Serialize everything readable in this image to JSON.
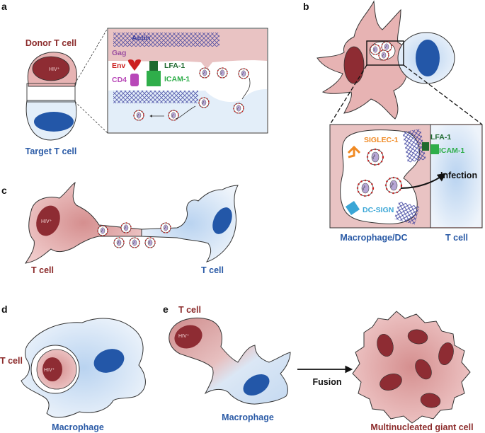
{
  "colors": {
    "maroon": "#8b2a2a",
    "tcell_pink": "#e7b3b3",
    "nucleus_dark": "#8e2c33",
    "blue_cell": "#dce9f7",
    "nucleus_blue": "#2357a8",
    "actin": "#3b3f9e",
    "env_red": "#cc2020",
    "cd4_purple": "#b848b8",
    "icam_green": "#2fae4a",
    "siglec_orange": "#f08a24",
    "dcsign_cyan": "#3aa6d6"
  },
  "panels": {
    "a": {
      "letter": "a",
      "donor_label": "Donor T cell",
      "target_label": "Target T cell",
      "hiv": "HIV⁺",
      "inset": {
        "actin": "Actin",
        "gag": "Gag",
        "env": "Env",
        "cd4": "CD4",
        "lfa1": "LFA-1",
        "icam1": "ICAM-1"
      }
    },
    "b": {
      "letter": "b",
      "siglec": "SIGLEC-1",
      "lfa1": "LFA-1",
      "icam1": "ICAM-1",
      "infection": "Infection",
      "dcsign": "DC-SIGN",
      "macrophage_dc": "Macrophage/DC",
      "tcell": "T cell"
    },
    "c": {
      "letter": "c",
      "hiv": "HIV⁺",
      "left_label": "T cell",
      "right_label": "T cell"
    },
    "d": {
      "letter": "d",
      "tcell_label": "T cell",
      "hiv": "HIV⁺",
      "macrophage_label": "Macrophage"
    },
    "e": {
      "letter": "e",
      "tcell_label": "T cell",
      "hiv": "HIV⁺",
      "macrophage_label": "Macrophage",
      "fusion": "Fusion",
      "giant_label": "Multinucleated giant cell"
    }
  }
}
